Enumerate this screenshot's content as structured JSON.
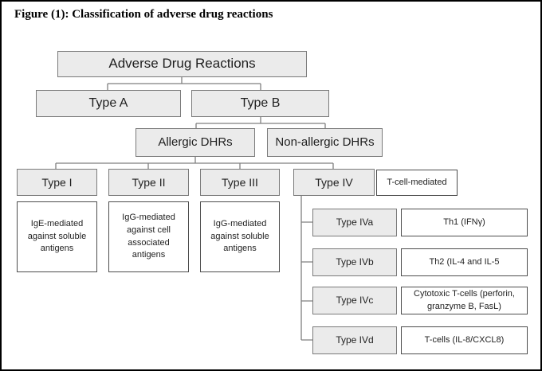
{
  "title": "Figure (1): Classification of adverse drug reactions",
  "colors": {
    "node_fill": "#ebebeb",
    "node_border": "#7a7a7a",
    "white_box_border": "#4d4d4d",
    "connector": "#7f7f7f",
    "frame": "#000000",
    "text": "#1f1f1f"
  },
  "flowchart": {
    "root": "Adverse Drug Reactions",
    "type_a": "Type A",
    "type_b": "Type B",
    "allergic": "Allergic DHRs",
    "non_allergic": "Non-allergic DHRs",
    "type_i": "Type I",
    "type_i_desc": "IgE-mediated against soluble antigens",
    "type_ii": "Type II",
    "type_ii_desc": "IgG-mediated against cell associated antigens",
    "type_iii": "Type III",
    "type_iii_desc": "IgG-mediated against soluble antigens",
    "type_iv": "Type IV",
    "type_iv_note": "T-cell-mediated",
    "type_iva": "Type IVa",
    "type_iva_desc": "Th1 (IFNγ)",
    "type_ivb": "Type IVb",
    "type_ivb_desc": "Th2 (IL-4 and IL-5",
    "type_ivc": "Type IVc",
    "type_ivc_desc": "Cytotoxic T-cells (perforin, granzyme B, FasL)",
    "type_ivd": "Type IVd",
    "type_ivd_desc": "T-cells (IL-8/CXCL8)"
  }
}
